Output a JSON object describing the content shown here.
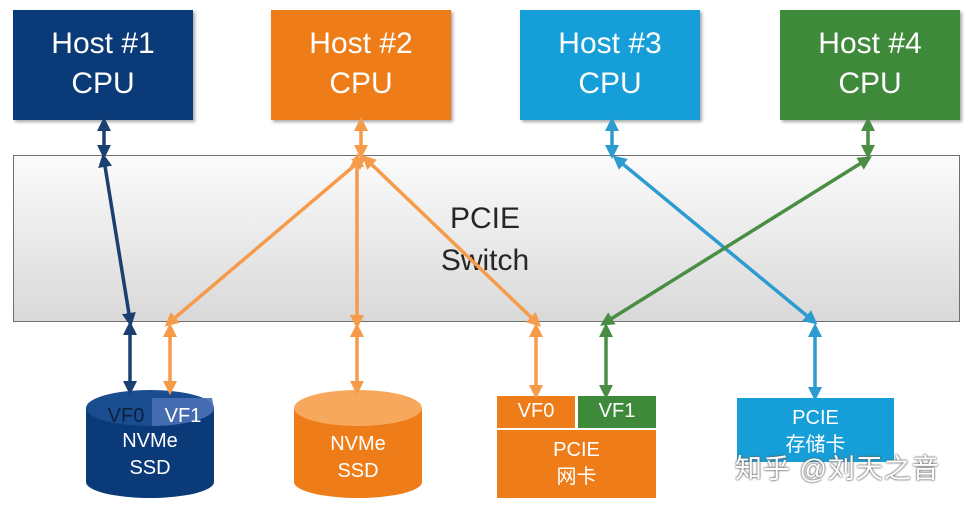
{
  "colors": {
    "host1": "#0b3a78",
    "host2": "#ee7d19",
    "host3": "#159ed7",
    "host4": "#3f8a3a",
    "arrow_blue_dark": "#1b3f70",
    "arrow_orange": "#f59b4a",
    "arrow_blue_light": "#2b9bd0",
    "arrow_green": "#4a8d45"
  },
  "hosts": [
    {
      "line1": "Host #1",
      "line2": "CPU"
    },
    {
      "line1": "Host #2",
      "line2": "CPU"
    },
    {
      "line1": "Host #3",
      "line2": "CPU"
    },
    {
      "line1": "Host #4",
      "line2": "CPU"
    }
  ],
  "switch": {
    "line1": "PCIE",
    "line2": "Switch"
  },
  "devices": {
    "nvme_ssd_1": {
      "vf0": "VF0",
      "vf1": "VF1",
      "line1": "NVMe",
      "line2": "SSD"
    },
    "nvme_ssd_2": {
      "line1": "NVMe",
      "line2": "SSD"
    },
    "pcie_nic": {
      "vf0": "VF0",
      "vf1": "VF1",
      "line1": "PCIE",
      "line2": "网卡"
    },
    "pcie_storage": {
      "line1": "PCIE",
      "line2": "存储卡"
    }
  },
  "watermark": "知乎 @刘天之音"
}
